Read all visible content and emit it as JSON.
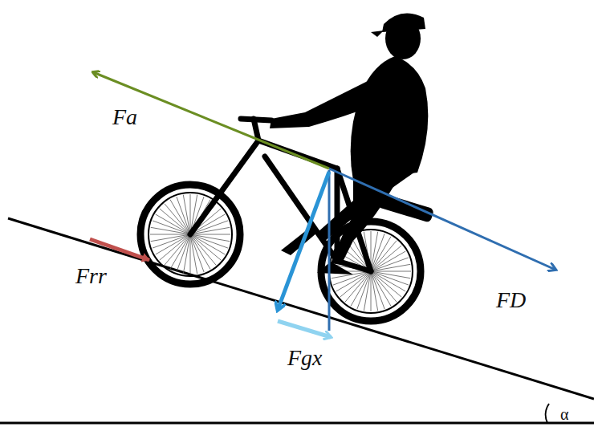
{
  "diagram": {
    "labels": [
      "Fa",
      "Frr",
      "FD",
      "Fgx",
      "α"
    ]
  }
}
